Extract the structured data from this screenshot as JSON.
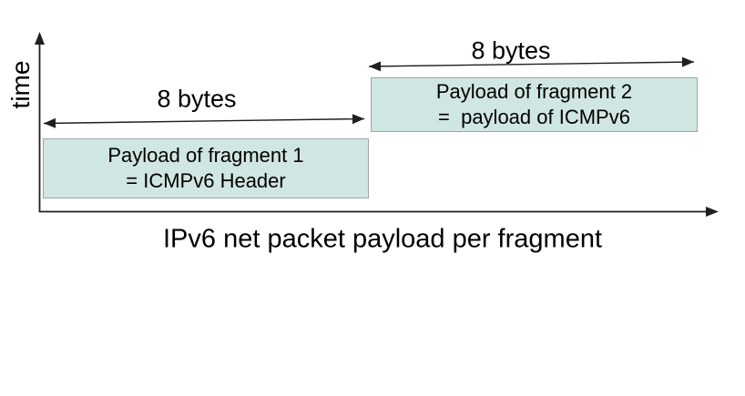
{
  "figure": {
    "y_axis_label": "time",
    "x_axis_label": "IPv6 net packet payload per fragment",
    "fragment1": {
      "size_label": "8 bytes",
      "box_line1": "Payload of fragment 1",
      "box_line2": "= ICMPv6 Header"
    },
    "fragment2": {
      "size_label": "8 bytes",
      "box_line1": "Payload of fragment 2",
      "box_line2": "=  payload of ICMPv6"
    },
    "colors": {
      "box_fill": "#d0e6e2",
      "box_border": "#a3a3a3",
      "line_color": "#1f1f1f",
      "text_color": "#000000"
    }
  }
}
